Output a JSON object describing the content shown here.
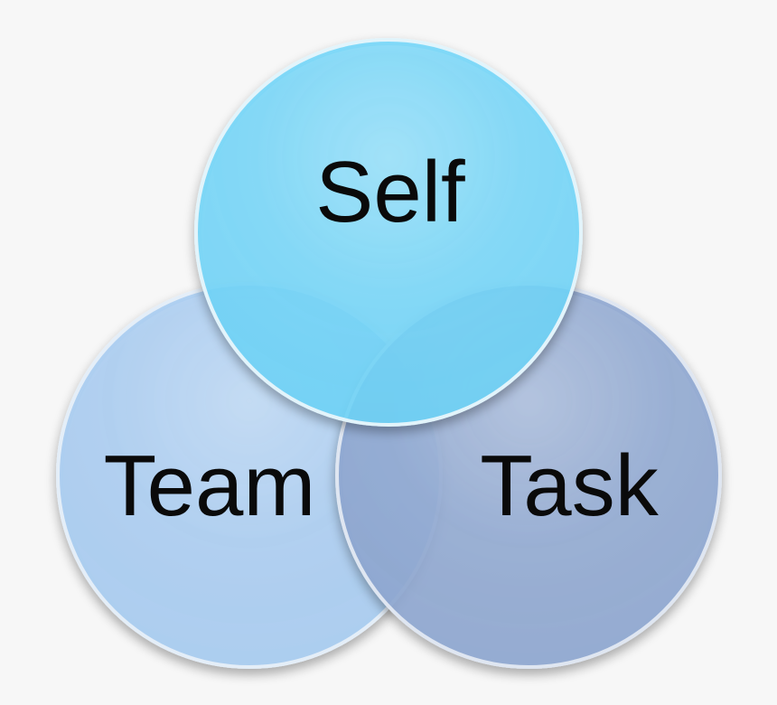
{
  "diagram": {
    "type": "venn",
    "background_color": "#f7f7f7",
    "circles": [
      {
        "id": "team",
        "label": "Team",
        "fill": "#a9cdf2",
        "opacity": 0.88
      },
      {
        "id": "task",
        "label": "Task",
        "fill": "#8ea7d2",
        "opacity": 0.88
      },
      {
        "id": "self",
        "label": "Self",
        "fill": "#6fd7fb",
        "opacity": 0.84
      }
    ]
  }
}
